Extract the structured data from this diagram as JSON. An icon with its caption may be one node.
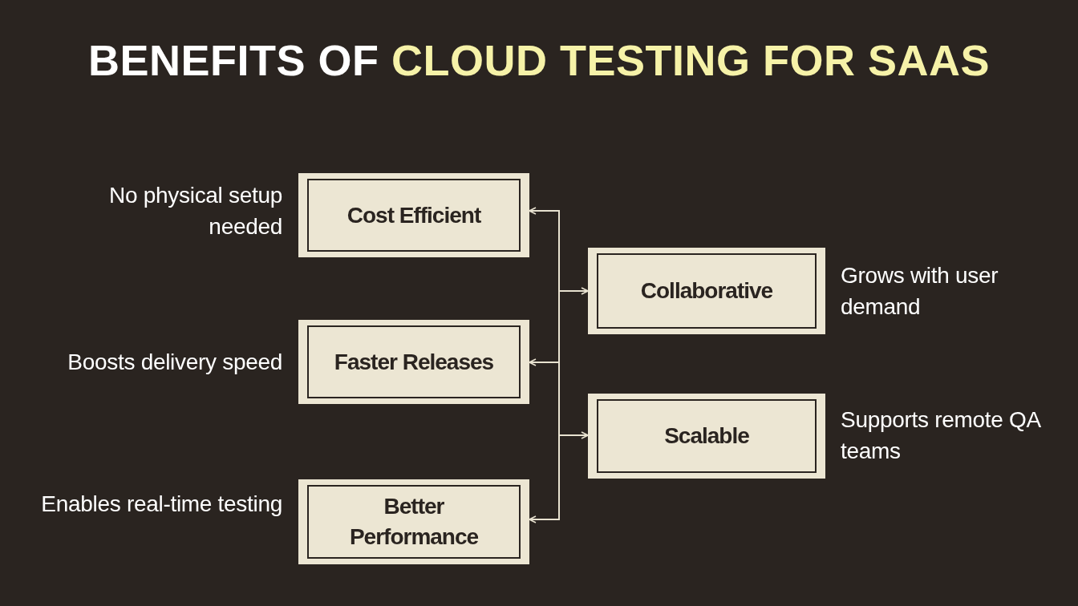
{
  "diagram": {
    "title": "BENEFITS OF CLOUD TESTING FOR SAAS",
    "nodes": [
      {
        "text": [
          "Cost Efficient"
        ],
        "beside": [
          "No physical setup needed"
        ]
      },
      {
        "text": [
          "Collaborative"
        ],
        "beside": [
          "Grows with user demand"
        ]
      },
      {
        "text": [
          "Faster Releases"
        ],
        "beside": [
          "Boosts delivery speed"
        ]
      },
      {
        "text": [
          "Scalable"
        ],
        "beside": [
          "Supports remote QA teams"
        ]
      },
      {
        "text": [
          "Better Performance"
        ],
        "beside": [
          "Enables real-time testing"
        ]
      }
    ],
    "edges": [
      {
        "from": null,
        "to": 0,
        "arrow": "to"
      },
      {
        "from": null,
        "to": 1,
        "arrow": "to"
      },
      {
        "from": null,
        "to": 2,
        "arrow": "to"
      },
      {
        "from": null,
        "to": 3,
        "arrow": "to"
      },
      {
        "from": null,
        "to": 4,
        "arrow": "to"
      }
    ]
  }
}
